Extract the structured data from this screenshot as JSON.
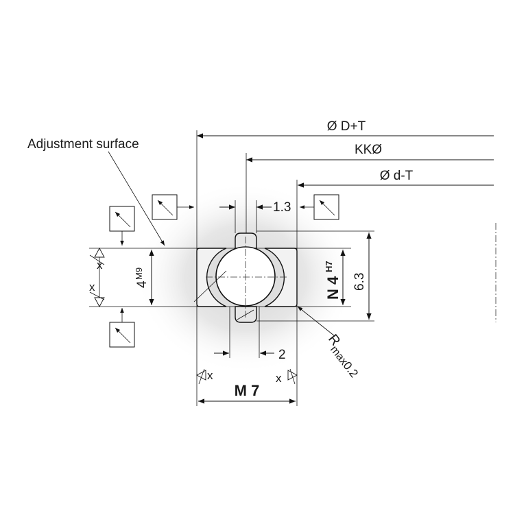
{
  "labels": {
    "adjustment_surface": "Adjustment surface",
    "dia_outer": "Ø D+T",
    "pitch_dia": "KKØ",
    "dia_inner": "Ø d-T",
    "gap_1_3": "1.3",
    "gap_2": "2",
    "height_6_3": "6.3",
    "width_main": "M 7",
    "height_left": "4",
    "height_left_tol": "M9",
    "height_right": "N 4",
    "height_right_tol": "H7",
    "x_marker": "x",
    "radius_main": "R",
    "radius_sub": "max",
    "radius_value": " 0.2"
  },
  "colors": {
    "line": "#111111",
    "part_fill": "#f2f2f2",
    "ball_fill": "#ffffff",
    "halo": "#d9d9d9",
    "text": "#1a1a1a"
  },
  "icons": [
    "flatness-symbol",
    "arrow-head",
    "triangle-marker"
  ]
}
